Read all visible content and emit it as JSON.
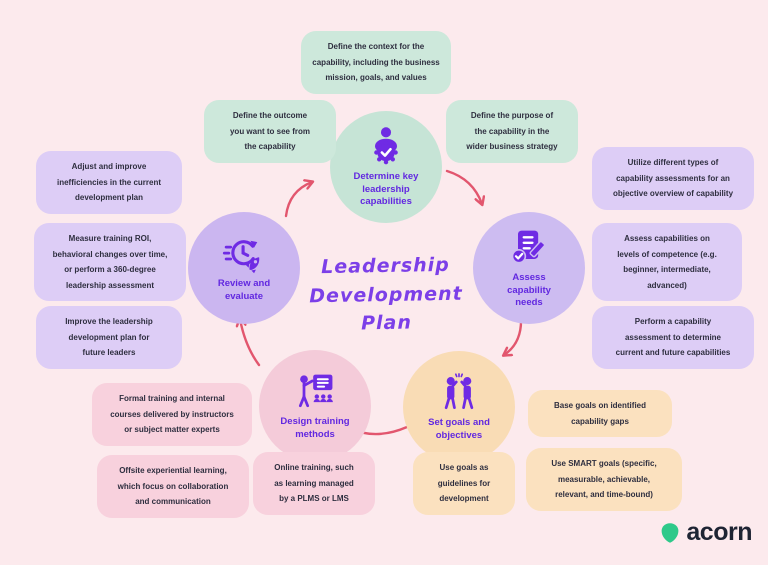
{
  "title": {
    "text": "Leadership\nDevelopment\nPlan"
  },
  "stages": [
    {
      "label": "Determine key\nleadership\ncapabilities"
    },
    {
      "label": "Assess\ncapability\nneeds"
    },
    {
      "label": "Set goals and\nobjectives"
    },
    {
      "label": "Design training\nmethods"
    },
    {
      "label": "Review and\nevaluate"
    }
  ],
  "notes": [
    {
      "text": "Define the context for the\ncapability, including the business\nmission, goals, and values"
    },
    {
      "text": "Define the outcome\nyou want to see from\nthe capability"
    },
    {
      "text": "Define the purpose of\nthe capability in the\nwider business strategy"
    },
    {
      "text": "Utilize different types of\ncapability assessments for an\nobjective overview of capability"
    },
    {
      "text": "Assess capabilities on\nlevels of competence (e.g.\nbeginner, intermediate,\nadvanced)"
    },
    {
      "text": "Perform a capability\nassessment to determine\ncurrent and future capabilities"
    },
    {
      "text": "Adjust and improve\ninefficiencies in the current\ndevelopment plan"
    },
    {
      "text": "Measure training ROI,\nbehavioral changes over time,\nor perform a 360-degree\nleadership assessment"
    },
    {
      "text": "Improve the leadership\ndevelopment plan for\nfuture leaders"
    },
    {
      "text": "Formal training and internal\ncourses delivered by instructors\nor subject matter experts"
    },
    {
      "text": "Offsite experiential learning,\nwhich focus on collaboration\nand communication"
    },
    {
      "text": "Online training, such\nas learning managed\nby a PLMS or LMS"
    },
    {
      "text": "Base goals on identified\ncapability gaps"
    },
    {
      "text": "Use SMART goals (specific,\nmeasurable, achievable,\nrelevant, and time-bound)"
    },
    {
      "text": "Use goals as\nguidelines for\ndevelopment"
    }
  ],
  "logo": {
    "text": "acorn"
  },
  "colors": {
    "background": "#fceaed",
    "mint_box": "#cde8db",
    "purple_box": "#ddcdf6",
    "pink_box": "#f8d1dd",
    "peach_box": "#fbe1bf",
    "icon_purple": "#6f2be4",
    "stage_label": "#6228e0",
    "title": "#7c3fe8",
    "arrow": "#e2566e",
    "logo_green": "#2ec98a",
    "note_text": "#2e2e3f"
  }
}
